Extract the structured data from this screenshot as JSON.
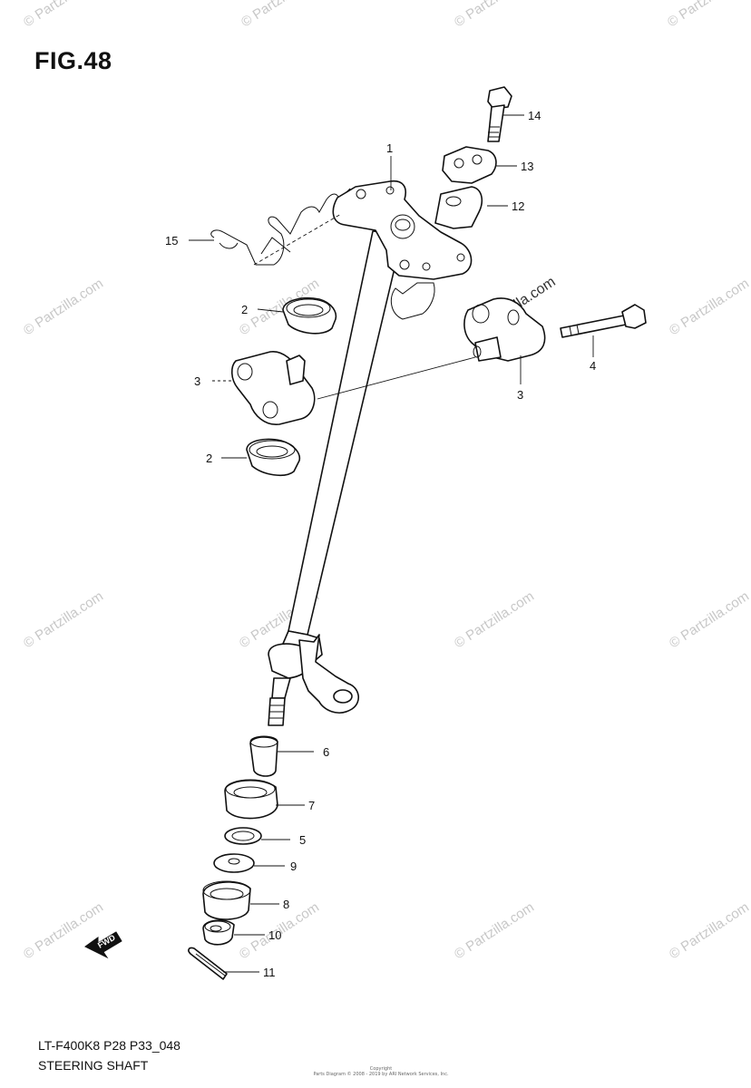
{
  "figure": {
    "title": "FIG.48",
    "model_code": "LT-F400K8 P28 P33_048",
    "diagram_title": "STEERING SHAFT",
    "copyright_line1": "Copyright",
    "copyright_line2": "Parts Diagram © 2008 - 2019 by ARI Network Services, Inc."
  },
  "watermark": {
    "text": "© Partzilla.com",
    "color": "#c8c8c8"
  },
  "fwd_arrow": {
    "label": "FWD"
  },
  "callouts": [
    {
      "id": "c1",
      "label": "1"
    },
    {
      "id": "c2a",
      "label": "2"
    },
    {
      "id": "c2b",
      "label": "2"
    },
    {
      "id": "c3a",
      "label": "3"
    },
    {
      "id": "c3b",
      "label": "3"
    },
    {
      "id": "c4",
      "label": "4"
    },
    {
      "id": "c5",
      "label": "5"
    },
    {
      "id": "c6",
      "label": "6"
    },
    {
      "id": "c7",
      "label": "7"
    },
    {
      "id": "c8",
      "label": "8"
    },
    {
      "id": "c9",
      "label": "9"
    },
    {
      "id": "c10",
      "label": "10"
    },
    {
      "id": "c11",
      "label": "11"
    },
    {
      "id": "c12",
      "label": "12"
    },
    {
      "id": "c13",
      "label": "13"
    },
    {
      "id": "c14",
      "label": "14"
    },
    {
      "id": "c15",
      "label": "15"
    }
  ]
}
